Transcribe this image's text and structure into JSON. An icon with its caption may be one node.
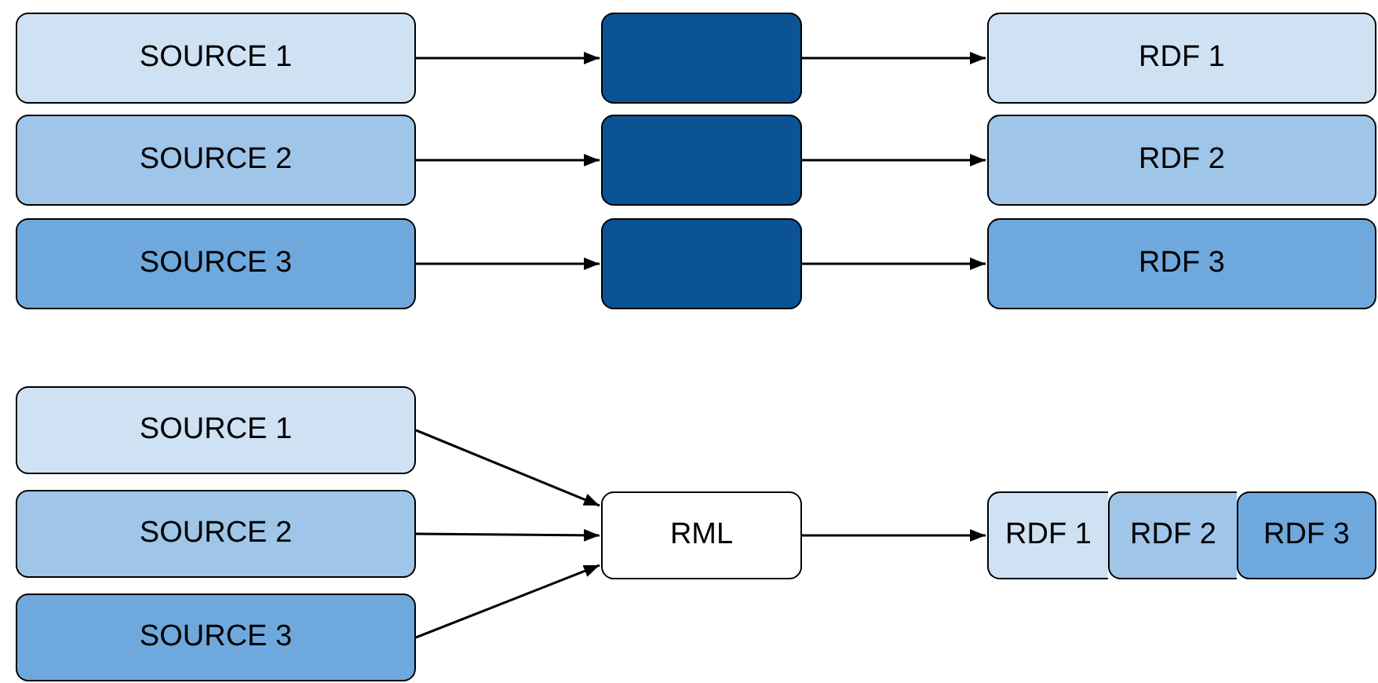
{
  "diagram": {
    "nodes": [
      {
        "text": [
          "SOURCE 1"
        ]
      },
      {
        "text": [],
        "shape": "box"
      },
      {
        "text": [
          "RDF 1"
        ]
      },
      {
        "text": [
          "SOURCE 2"
        ]
      },
      {
        "text": [],
        "shape": "box"
      },
      {
        "text": [
          "RDF 2"
        ]
      },
      {
        "text": [
          "SOURCE 3"
        ]
      },
      {
        "text": [],
        "shape": "box"
      },
      {
        "text": [
          "RDF 3"
        ]
      },
      {
        "text": [
          "SOURCE 1"
        ]
      },
      {
        "text": [
          "SOURCE 2"
        ]
      },
      {
        "text": [
          "SOURCE 3"
        ]
      },
      {
        "text": [
          "RML"
        ]
      },
      {
        "text": [
          "RDF 1"
        ]
      },
      {
        "text": [
          "RDF 2"
        ]
      },
      {
        "text": [
          "RDF 3"
        ]
      }
    ],
    "edges": [
      {
        "from": 0,
        "to": 1,
        "arrow": "to"
      },
      {
        "from": 1,
        "to": 2,
        "arrow": "to"
      },
      {
        "from": 3,
        "to": 4,
        "arrow": "to"
      },
      {
        "from": 4,
        "to": 5,
        "arrow": "to"
      },
      {
        "from": 6,
        "to": 7,
        "arrow": "to"
      },
      {
        "from": 7,
        "to": 8,
        "arrow": "to"
      },
      {
        "from": 9,
        "to": 12,
        "arrow": "to"
      },
      {
        "from": 10,
        "to": 12,
        "arrow": "to"
      },
      {
        "from": 11,
        "to": 12,
        "arrow": "to"
      },
      {
        "from": 12,
        "to": 13,
        "arrow": "to"
      }
    ]
  }
}
